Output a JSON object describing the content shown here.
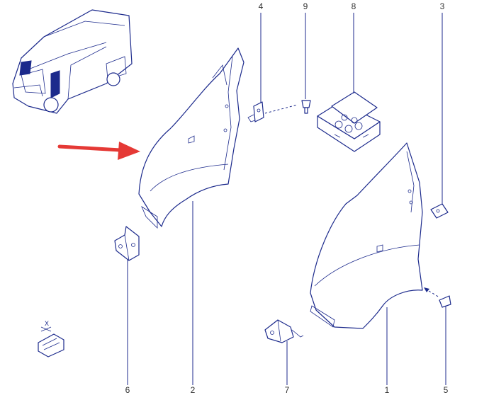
{
  "callouts": {
    "c1": "1",
    "c2": "2",
    "c3": "3",
    "c4": "4",
    "c5": "5",
    "c6": "6",
    "c7": "7",
    "c8": "8",
    "c9": "9"
  },
  "inset_axis_label": "X",
  "colors": {
    "line": "#1c2a8c",
    "arrow": "#e53935",
    "label": "#333333",
    "highlight": "#1c2a8c"
  }
}
